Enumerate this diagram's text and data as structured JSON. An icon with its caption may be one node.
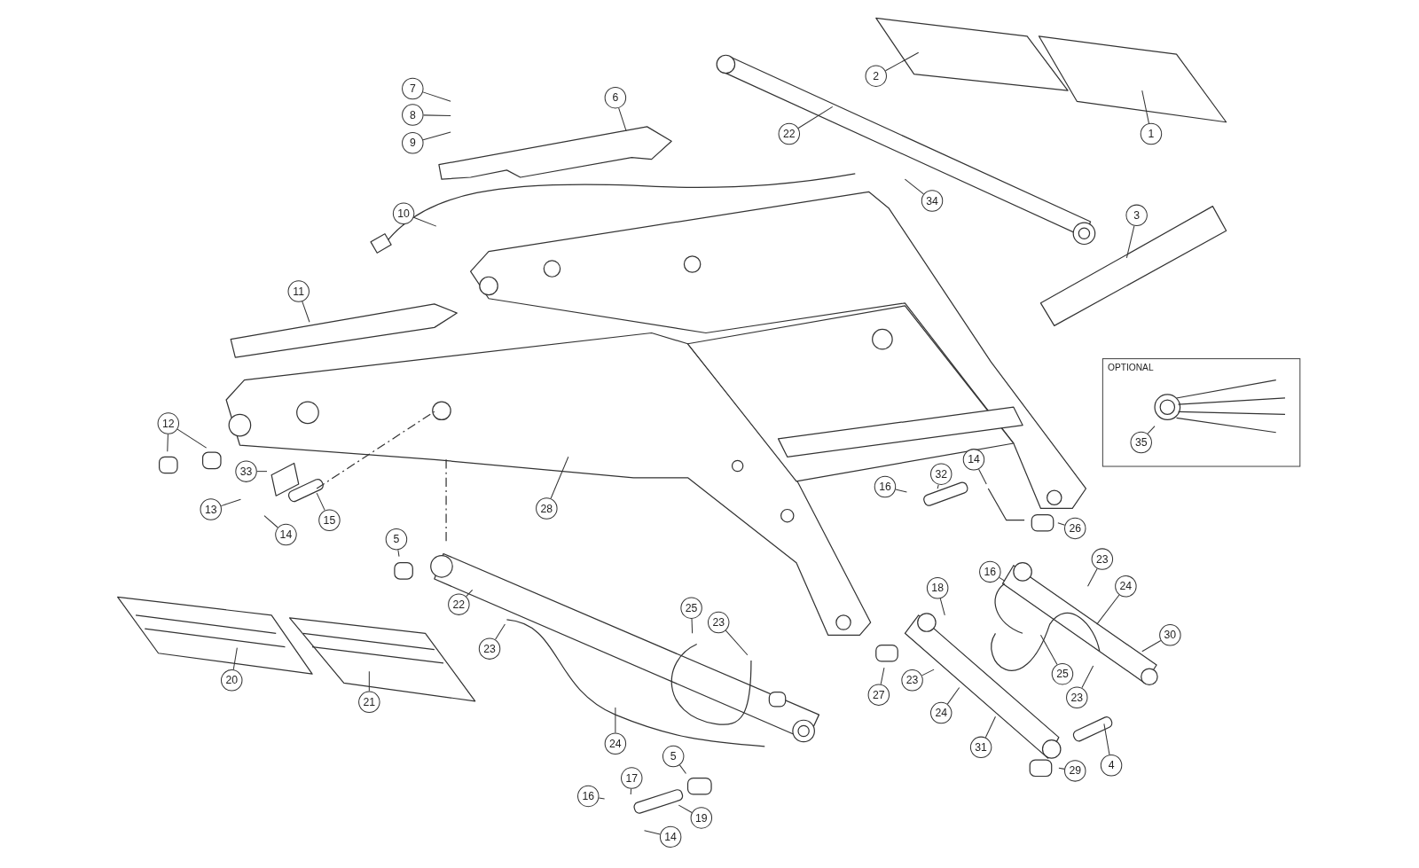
{
  "diagram": {
    "nodes": [
      {
        "text": [
          "2"
        ]
      },
      {
        "text": [
          "1"
        ]
      },
      {
        "text": [
          "22"
        ]
      },
      {
        "text": [
          "7"
        ]
      },
      {
        "text": [
          "6"
        ]
      },
      {
        "text": [
          "8"
        ]
      },
      {
        "text": [
          "9"
        ]
      },
      {
        "text": [
          "3"
        ]
      },
      {
        "text": [
          "34"
        ]
      },
      {
        "text": [
          "10"
        ]
      },
      {
        "text": [
          "11"
        ]
      },
      {
        "text": [
          "OPTIONAL"
        ]
      },
      {
        "text": [
          "35"
        ],
        "in": 11
      },
      {
        "text": [
          "12"
        ]
      },
      {
        "text": [
          "33"
        ]
      },
      {
        "text": [
          "13"
        ]
      },
      {
        "text": [
          "14"
        ]
      },
      {
        "text": [
          "15"
        ]
      },
      {
        "text": [
          "28"
        ]
      },
      {
        "text": [
          "16"
        ]
      },
      {
        "text": [
          "32"
        ]
      },
      {
        "text": [
          "14"
        ]
      },
      {
        "text": [
          "26"
        ]
      },
      {
        "text": [
          "5"
        ]
      },
      {
        "text": [
          "22"
        ]
      },
      {
        "text": [
          "25"
        ]
      },
      {
        "text": [
          "23"
        ]
      },
      {
        "text": [
          "23"
        ]
      },
      {
        "text": [
          "18"
        ]
      },
      {
        "text": [
          "16"
        ]
      },
      {
        "text": [
          "23"
        ]
      },
      {
        "text": [
          "24"
        ]
      },
      {
        "text": [
          "30"
        ]
      },
      {
        "text": [
          "20"
        ]
      },
      {
        "text": [
          "21"
        ]
      },
      {
        "text": [
          "23"
        ]
      },
      {
        "text": [
          "25"
        ]
      },
      {
        "text": [
          "23"
        ]
      },
      {
        "text": [
          "27"
        ]
      },
      {
        "text": [
          "24"
        ]
      },
      {
        "text": [
          "31"
        ]
      },
      {
        "text": [
          "24"
        ]
      },
      {
        "text": [
          "5"
        ]
      },
      {
        "text": [
          "16"
        ]
      },
      {
        "text": [
          "17"
        ]
      },
      {
        "text": [
          "19"
        ]
      },
      {
        "text": [
          "29"
        ]
      },
      {
        "text": [
          "4"
        ]
      },
      {
        "text": [
          "14"
        ]
      }
    ],
    "edges": [
      {
        "from": 0,
        "to": null,
        "arrow": "none"
      },
      {
        "from": 1,
        "to": null,
        "arrow": "none"
      },
      {
        "from": 2,
        "to": null,
        "arrow": "none"
      },
      {
        "from": 3,
        "to": null,
        "arrow": "none"
      },
      {
        "from": 4,
        "to": null,
        "arrow": "none"
      },
      {
        "from": 5,
        "to": null,
        "arrow": "none"
      },
      {
        "from": 6,
        "to": null,
        "arrow": "none"
      },
      {
        "from": 7,
        "to": null,
        "arrow": "none"
      },
      {
        "from": 8,
        "to": null,
        "arrow": "none"
      },
      {
        "from": 9,
        "to": null,
        "arrow": "none"
      },
      {
        "from": 10,
        "to": null,
        "arrow": "none"
      },
      {
        "from": 12,
        "to": null,
        "arrow": "none"
      },
      {
        "from": 13,
        "to": null,
        "arrow": "none"
      },
      {
        "from": 13,
        "to": null,
        "arrow": "none"
      },
      {
        "from": 14,
        "to": null,
        "arrow": "none"
      },
      {
        "from": 15,
        "to": null,
        "arrow": "none"
      },
      {
        "from": 16,
        "to": null,
        "arrow": "none"
      },
      {
        "from": 17,
        "to": null,
        "arrow": "none"
      },
      {
        "from": 18,
        "to": null,
        "arrow": "none"
      },
      {
        "from": 19,
        "to": null,
        "arrow": "none"
      },
      {
        "from": 20,
        "to": null,
        "arrow": "none"
      },
      {
        "from": 21,
        "to": null,
        "arrow": "none"
      },
      {
        "from": 22,
        "to": null,
        "arrow": "none"
      },
      {
        "from": 23,
        "to": null,
        "arrow": "none"
      },
      {
        "from": 24,
        "to": null,
        "arrow": "none"
      },
      {
        "from": 25,
        "to": null,
        "arrow": "none"
      },
      {
        "from": 26,
        "to": null,
        "arrow": "none"
      },
      {
        "from": 27,
        "to": null,
        "arrow": "none"
      },
      {
        "from": 28,
        "to": null,
        "arrow": "none"
      },
      {
        "from": 29,
        "to": null,
        "arrow": "none"
      },
      {
        "from": 30,
        "to": null,
        "arrow": "none"
      },
      {
        "from": 31,
        "to": null,
        "arrow": "none"
      },
      {
        "from": 32,
        "to": null,
        "arrow": "none"
      },
      {
        "from": 33,
        "to": null,
        "arrow": "none"
      },
      {
        "from": 34,
        "to": null,
        "arrow": "none"
      },
      {
        "from": 35,
        "to": null,
        "arrow": "none"
      },
      {
        "from": 36,
        "to": null,
        "arrow": "none"
      },
      {
        "from": 37,
        "to": null,
        "arrow": "none"
      },
      {
        "from": 38,
        "to": null,
        "arrow": "none"
      },
      {
        "from": 39,
        "to": null,
        "arrow": "none"
      },
      {
        "from": 40,
        "to": null,
        "arrow": "none"
      },
      {
        "from": 41,
        "to": null,
        "arrow": "none"
      },
      {
        "from": 42,
        "to": null,
        "arrow": "none"
      },
      {
        "from": 43,
        "to": null,
        "arrow": "none"
      },
      {
        "from": 44,
        "to": null,
        "arrow": "none"
      },
      {
        "from": 45,
        "to": null,
        "arrow": "none"
      },
      {
        "from": 46,
        "to": null,
        "arrow": "none"
      },
      {
        "from": 47,
        "to": null,
        "arrow": "none"
      },
      {
        "from": 48,
        "to": null,
        "arrow": "none"
      }
    ]
  }
}
